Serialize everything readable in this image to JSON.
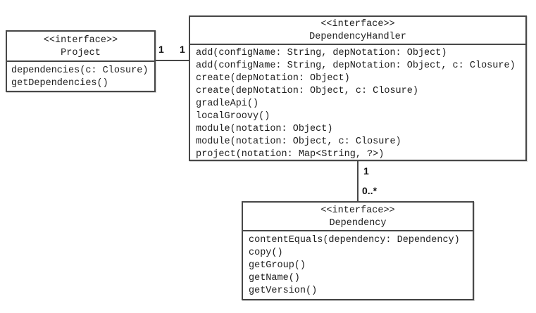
{
  "diagram": {
    "type": "uml-class-diagram",
    "colors": {
      "background": "#ffffff",
      "border": "#474747",
      "text": "#1c1c1c"
    },
    "classes": [
      {
        "id": "project",
        "stereotype": "<<interface>>",
        "name": "Project",
        "methods": [
          "dependencies(c: Closure)",
          "getDependencies()"
        ]
      },
      {
        "id": "dependency-handler",
        "stereotype": "<<interface>>",
        "name": "DependencyHandler",
        "methods": [
          "add(configName: String, depNotation: Object)",
          "add(configName: String, depNotation: Object, c: Closure)",
          "create(depNotation: Object)",
          "create(depNotation: Object, c: Closure)",
          "gradleApi()",
          "localGroovy()",
          "module(notation: Object)",
          "module(notation: Object, c: Closure)",
          "project(notation: Map<String, ?>)"
        ]
      },
      {
        "id": "dependency",
        "stereotype": "<<interface>>",
        "name": "Dependency",
        "methods": [
          "contentEquals(dependency: Dependency)",
          "copy()",
          "getGroup()",
          "getName()",
          "getVersion()"
        ]
      }
    ],
    "associations": [
      {
        "id": "project-dependencyhandler",
        "from": "Project",
        "to": "DependencyHandler",
        "from_multiplicity": "1",
        "to_multiplicity": "1"
      },
      {
        "id": "dependencyhandler-dependency",
        "from": "DependencyHandler",
        "to": "Dependency",
        "from_multiplicity": "1",
        "to_multiplicity": "0..*"
      }
    ]
  }
}
